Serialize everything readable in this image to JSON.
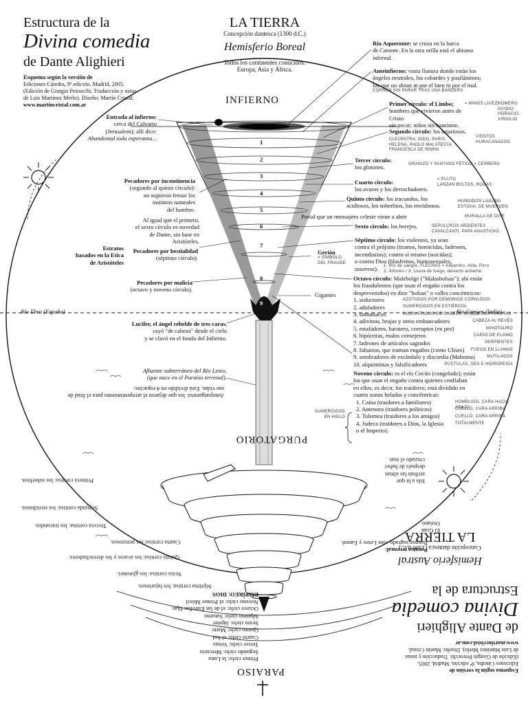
{
  "header": {
    "title_line1": "Estructura de la",
    "title_line2": "Divina comedia",
    "title_line3": "de Dante Alighieri",
    "credits": [
      "Esquema según la versión de",
      "Ediciones Cátedra, 9ª edición. Madrid, 2005.",
      "(Edición de Giorgio Petrocchi. Traducción y notas",
      "de Luis Martínez Merlo). Diseño: Martín Cristal.",
      "www.martincristal.com.ar"
    ],
    "earth_title": "LA TIERRA",
    "earth_subtitle": "Concepción dantesca (1300 d.C.)",
    "hemisphere": "Hemisferio Boreal",
    "continents": [
      "Todos los continentes conocidos:",
      "Europa, Asia y África."
    ]
  },
  "sections": {
    "inferno": "INFIERNO",
    "purgatory": "PURGATORIO",
    "paradise": "PARAISO"
  },
  "left_labels": {
    "entrance_title": "Entrada al infierno:",
    "entrance_lines": [
      "cerca del Calvario",
      "(Jerusalem); allí dice:",
      "Abandonad toda esperanza..."
    ],
    "incontinence_title": "Pecadores por incontinencia",
    "incontinence_lines": [
      "(segundo al quinto círculo):",
      "no supieron frenar los",
      "instintos naturales",
      "del hombre."
    ],
    "sixth_lines": [
      "Al igual que el primero,",
      "el sexto círculo es novedad",
      "de Dante, sin base en",
      "Aristóteles."
    ],
    "strata_lines": [
      "Estratos",
      "basados en la Etica",
      "de Aristóteles"
    ],
    "bestiality_title": "Pecadores por bestialidad",
    "bestiality_sub": "(séptimo círculo).",
    "malice_title": "Pecadores por malicia",
    "malice_sub": "(octavo y noveno círculo).",
    "lucifer_lines": [
      "Lucifer, el ángel rebelde de tres caras,",
      "cayó \"de cabeza\" desde el cielo",
      "y se clavó en el fondo del Infierno."
    ],
    "lete_lines": [
      "Afluente subterráneo del Río Leteo,",
      "(que nace en el Paraíso terrenal)."
    ],
    "river_left": "Río Ebro (España)",
    "river_right": "Río Ganges (India)",
    "gerion": [
      "Gerión",
      "= SÍMBOLO",
      "DEL FRAUDE"
    ],
    "giants": "Gigantes",
    "messenger": "Portal que un mensajero celeste viene a abrir",
    "traitors_tag": [
      "MURALLA DE DITE"
    ]
  },
  "right_labels": {
    "acheron_title": "Río Aqueronte:",
    "acheron_lines": [
      "se cruza en la barca",
      "de Caronte. En la otra orilla está el abismo",
      "infernal."
    ],
    "antinferno_title": "Anteinfierno:",
    "antinferno_lines": [
      "vasta llanura donde están los",
      "ángeles neutrales, los cobardes y pusilánimes;",
      "los que no obran ni por el bien ni por el mal."
    ],
    "antinferno_tag": "CORREN SIN PARAR TRAS UNA BANDERA",
    "c1_title": "Primer círculo: el Limbo;",
    "c1_lines": [
      "hombres que vivieron antes de Cristo",
      "sin pecar; niños sin bautismo."
    ],
    "c1_tag": "= MINOS (JUEZ)",
    "c1_names": [
      "HOMERO",
      "OVIDIO,",
      "HORACIO,",
      "VIRGILIO"
    ],
    "c2_title": "Segundo círculo:",
    "c2_rest": "los lujuriosos.",
    "c2_names": "CLEOPATRA, DIDO, PARIS, HELENA, PAOLO MALATESTA, FRANCESCA DE RIMINI",
    "c2_tag": "VIENTOS HURACANADOS",
    "c3_tag": "GRANIZO Y PANTANO FÉTIDO = CERBERO",
    "c3_title": "Tercer círculo:",
    "c3_lines": [
      "los glotones."
    ],
    "c4_title": "Cuarto círculo:",
    "c4_lines": [
      "los avaros y los derrochadores."
    ],
    "c4_tag": [
      "= PLUTO",
      "LANZAN BULTOS, ROCAS"
    ],
    "c5_title": "Quinto círculo:",
    "c5_lines": [
      "los iracundos, los",
      "acidiosos, los soberbios, los envidiosos."
    ],
    "c5_tag": [
      "HUNDIDOS LAGUNA",
      "ESTIGIA, DE MUERDEN"
    ],
    "c6_title": "Sexto círculo:",
    "c6_rest": "los herejes.",
    "c6_tag": [
      "SEPULCROS ARDIENTES",
      "CAVALCANTI, PAPA ANASTASIO"
    ],
    "c7_title": "Séptimo círculo:",
    "c7_lines": [
      "los violentos, ya sean",
      "contra el prójimo (tiranos, homicidas, ladrones,",
      "incendiarios); contra sí mismo (suicidas);",
      "o contra Dios (blasfemos, homosexuales,",
      "usureros)."
    ],
    "c7_tag": [
      "1. Río de sangre, FLECHAS = Alejandro, Atila, Pirro",
      "2. Árboles / 3. Lluvia de fuego, desierto ardiente"
    ],
    "c8_title": "Octavo círculo:",
    "c8_lines": [
      "Malebolge (\"Malasbolsas\"); ahí están",
      "los fraudulentos (que usan el engaño contra los",
      "desprevenidos) en diez \"bolsas\" o valles concéntricos:"
    ],
    "c8_list": [
      "1. seductores",
      "2. aduladores",
      "3. simoníacos",
      "4. adivinos, brujas y otros embaucadores",
      "5. estafadores, baratero, corruptos (en pez)",
      "6. hipócritas, malos consejeros",
      "7. ladrones de artículos sagrados",
      "8. falsarios, que traman engaños (como Ulises)",
      "9. sembradores de escándalo y discordia (Mahoma)",
      "10. alquimistas y falsificadores"
    ],
    "c8_tags": [
      "AZOTADOS POR DEMONIOS CORNUDOS",
      "SUMERGIDOS EN ESTIÉRCOL",
      "INCRUSTADOS DE CABEZA, ARDEN SUS PLANTAS",
      "CABEZA AL REVÉS",
      "MINOTAURO",
      "CAPAS DE PLOMO",
      "SERPIENTES",
      "FUEGO EN LLAMAS",
      "MUTILADOS",
      "PÚSTULAS, SED E HIDROPESÍA"
    ],
    "c9_title": "Noveno círculo:",
    "c9_lines": [
      "es el río Cocito (congelado); están",
      "los que usan el engaño contra quienes confiaban",
      "en ellos, es decir, los traidores; está dividido en",
      "cuatro zonas heladas y concéntricas:"
    ],
    "c9_list": [
      "1. Caína (traidores a familiares)",
      "2. Antenora (traidores políticos)",
      "3. Tolomea (traidores a los amigos)",
      "4. Judeca (traidores a Dios, la Iglesia",
      "o el Imperio)."
    ],
    "c9_tags": [
      "HOMBLIGO, CARA HACIA ABAJO",
      "CUELLO, CARA ARRIBA",
      "CUELLO, CARA ARRIBA",
      "TOTALMENTE"
    ],
    "c9_side": [
      "SUMERGIDOS",
      "EN HIELO"
    ]
  },
  "bottom_inverted": {
    "earth_title": "LA TIERRA",
    "earth_subtitle": "Concepción dantesca (1300 d.C.)",
    "hemisphere": "Hemisferio Austral",
    "ocean": "El Gran Océano",
    "title_line1": "Estructura de la",
    "title_line2": "Divina comedia",
    "title_line3": "de Dante Alighieri",
    "credits": [
      "Esquema según la versión de",
      "Ediciones Cátedra, 9ª edición. Madrid, 2005.",
      "(Edición de Giorgio Petrocchi. Traducción y notas",
      "de Luis Martínez Merlo). Diseño: Martín Cristal.",
      "www.martincristal.com.ar"
    ],
    "purgatory_labels": [
      "Antepurgatorio: los que dejaron el arrepentimiento para el final de sus vidas. Está dividido en 4 espacios:",
      "Primera cornisa: los soberbios.",
      "Segunda cornisa: los envidiosos.",
      "Tercera cornisa: los iracundos.",
      "Cuarta cornisa: los perezosos.",
      "Quinta cornisa: los avaros y los derrochadores.",
      "Sexta cornisa: los glotones.",
      "Séptima cornisa: los lujuriosos."
    ],
    "earthly_paradise": [
      "Paraíso terrenal:",
      "Bosque sagrado, ríos Leteo y Eunoé."
    ],
    "island": [
      "Isla a la que",
      "arriban las almas",
      "después de haber",
      "cruzado el mar."
    ],
    "paradise_heavens": [
      "Primer cielo: la Luna",
      "Segundo cielo: Mercurio",
      "Tercer cielo: Venus",
      "Cuarto cielo: el Sol",
      "Quinto cielo: Marte",
      "Sexto cielo: Júpiter",
      "Séptimo cielo: Saturno",
      "Octavo cielo: el de las Estrellas fijas",
      "Noveno cielo: el Primer Móvil",
      "EMPÍREO: DIOS"
    ]
  },
  "circles": [
    "1",
    "2",
    "3",
    "4",
    "5",
    "6",
    "7",
    "8",
    "9"
  ]
}
